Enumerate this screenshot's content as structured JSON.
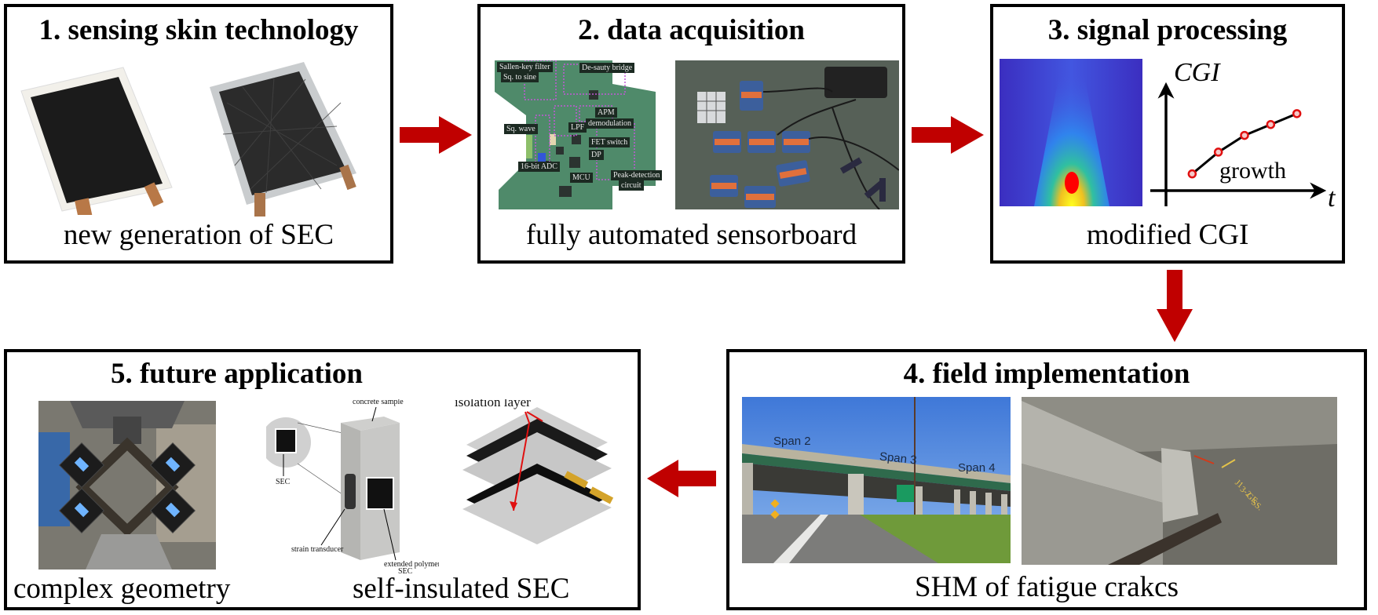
{
  "boxes": {
    "b1": {
      "title": "1. sensing skin technology",
      "caption": "new generation of SEC"
    },
    "b2": {
      "title": "2. data acquisition",
      "caption": "fully automated sensorboard",
      "pcb_labels": [
        "Sallen-key filter",
        "Sq. to sine",
        "De-sauty bridge",
        "Sq. wave",
        "LPF",
        "APM",
        "demodulation",
        "FET switch",
        "DP",
        "16-bit ADC",
        "MCU",
        "Peak-detection",
        "circuit"
      ]
    },
    "b3": {
      "title": "3. signal processing",
      "caption": "modified CGI"
    },
    "b4": {
      "title": "4. field implementation",
      "caption": "SHM of fatigue crakcs",
      "span_labels": [
        "Span 2",
        "Span 3",
        "Span 4"
      ],
      "crack_marking": [
        "J1",
        "3-2",
        "GE",
        "SS."
      ]
    },
    "b5": {
      "title": "5. future application",
      "caption_left": "complex geometry",
      "caption_right": "self-insulated SEC",
      "labels": {
        "concrete_sample": "concrete sample",
        "isolation_layer": "isolation layer",
        "sec": "SEC",
        "strain_transducer": "strain transducer",
        "extended_polymer": "extended polymer",
        "extended_polymer_sec": "SEC"
      }
    }
  },
  "chart_data": {
    "type": "line",
    "title": "",
    "ylabel": "CGI",
    "xlabel": "t",
    "annotation": "growth",
    "x": [
      1,
      2,
      3,
      4,
      5
    ],
    "values": [
      1.0,
      2.3,
      3.3,
      3.95,
      4.6
    ],
    "ylim": [
      0,
      6
    ],
    "xlim": [
      0,
      6
    ],
    "grid": false,
    "marker_color": "#e01010",
    "line_color": "#000000"
  },
  "colors": {
    "arrow": "#c00000",
    "border": "#000000"
  }
}
